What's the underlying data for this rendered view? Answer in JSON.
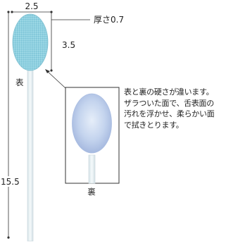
{
  "dimensions": {
    "width": "2.5",
    "thickness": "厚さ0.7",
    "head_length": "3.5",
    "total_length": "15.5"
  },
  "labels": {
    "front": "表",
    "back": "裏"
  },
  "note_lines": [
    "表と裏の硬さが違います。",
    "ザラついた面で、舌表面の",
    "汚れを浮かせ、柔らかい面",
    "で拭きとります。"
  ],
  "colors": {
    "front_head": "#8fd0e0",
    "back_head": "#b9cdea",
    "stick": "#e8f1f4",
    "line": "#333333"
  }
}
